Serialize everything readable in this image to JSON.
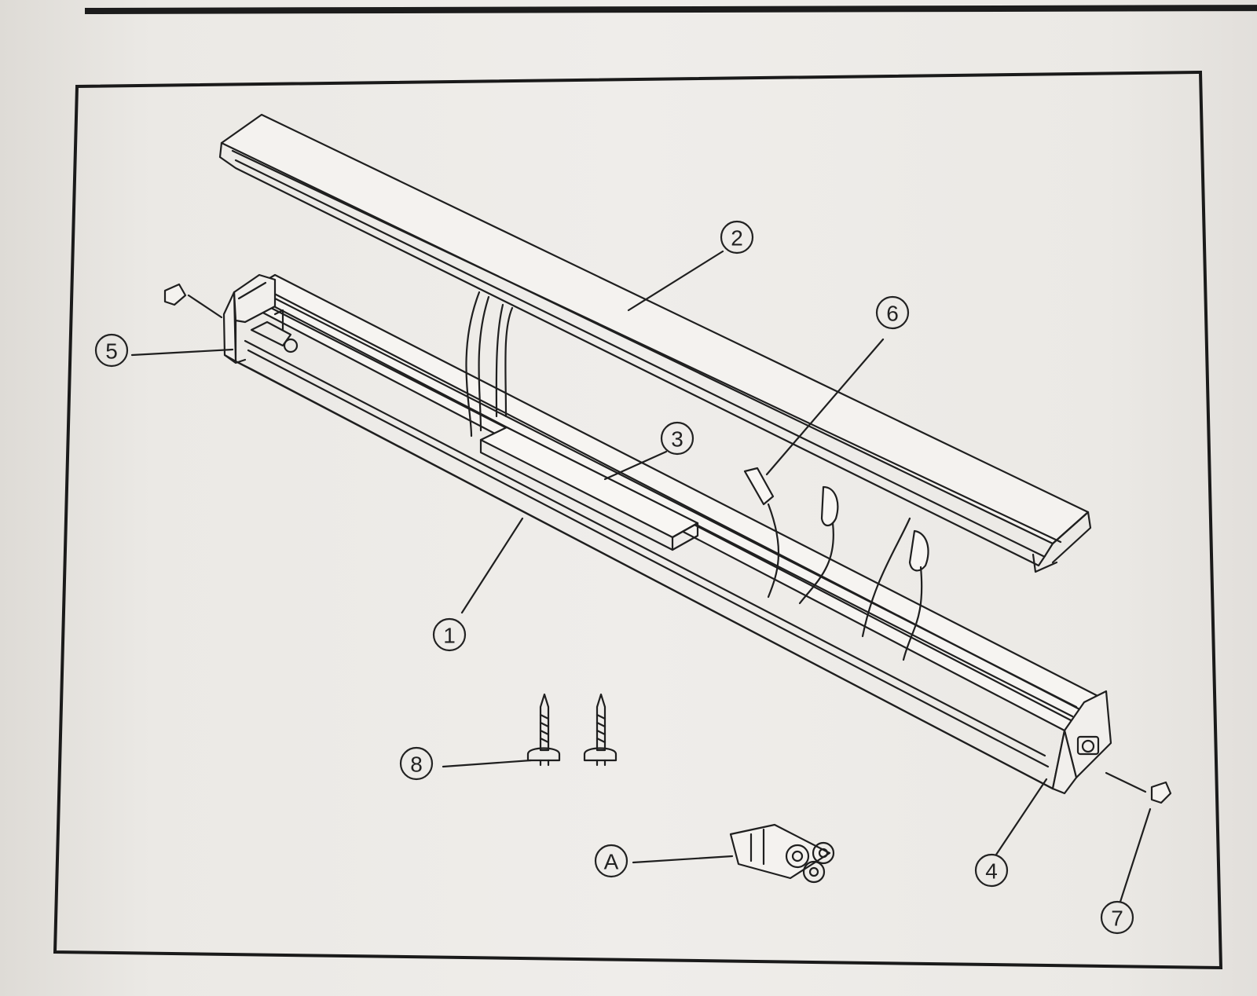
{
  "diagram": {
    "callouts": [
      {
        "id": "1",
        "label": "1",
        "part": "housing"
      },
      {
        "id": "2",
        "label": "2",
        "part": "diffuser cover"
      },
      {
        "id": "3",
        "label": "3",
        "part": "driver"
      },
      {
        "id": "4",
        "label": "4",
        "part": "end cap right"
      },
      {
        "id": "5",
        "label": "5",
        "part": "end cap left"
      },
      {
        "id": "6",
        "label": "6",
        "part": "wire connectors"
      },
      {
        "id": "7",
        "label": "7",
        "part": "end plug"
      },
      {
        "id": "8",
        "label": "8",
        "part": "screws"
      },
      {
        "id": "A",
        "label": "A",
        "part": "connector"
      }
    ]
  },
  "colors": {
    "line": "#1f1f1f",
    "paper": "#efedea",
    "frame": "#1a1a1a"
  }
}
